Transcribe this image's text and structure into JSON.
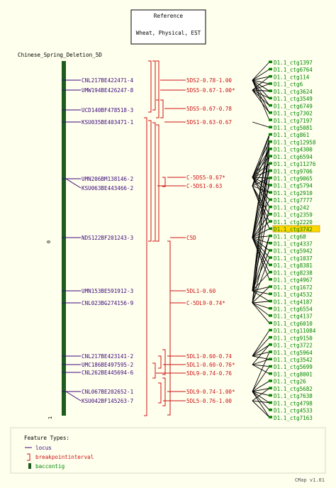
{
  "reference": {
    "line1": "Reference",
    "line2": "Wheat, Physical, EST"
  },
  "map_title": "Chinese_Spring_Deletion_5D",
  "scale": {
    "top": "0",
    "bottom": "1"
  },
  "loci": [
    "CNL217BE422471-4",
    "UMW194BE426247-8",
    "UCD140BF478518-3",
    "KSU035BE403471-1",
    "UMN206BM138146-2",
    "KSU063BE443466-2",
    "NDS122BF201243-3",
    "UMN153BE591912-3",
    "CNL023BG274156-9",
    "CNL217BE423141-2",
    "UMC186BE497595-2",
    "CNL262BE445694-6",
    "CNL067BE202652-1",
    "KSU042BF145263-7"
  ],
  "breakpoints": [
    "5DS2-0.78-1.00",
    "5DS5-0.67-1.00*",
    "5DS5-0.67-0.78",
    "5DS1-0.63-0.67",
    "C-5DS5-0.67*",
    "C-5DS1-0.63",
    "C5D",
    "5DL1-0.60",
    "C-5DL9-0.74*",
    "5DL1-0.60-0.74",
    "5DL1-0.60-0.76*",
    "5DL9-0.74-0.76",
    "5DL9-0.74-1.00*",
    "5DL5-0.76-1.00"
  ],
  "contigs": [
    "D1.1_ctg1397",
    "D1.1_ctg6764",
    "D1.1_ctg114",
    "D1.1_ctg6",
    "D1.1_ctg3624",
    "D1.1_ctg3549",
    "D1.1_ctg6749",
    "D1.1_ctg7302",
    "D1.1_ctg7197",
    "D1.1_ctg5081",
    "D1.1_ctg861",
    "D1.1_ctg12958",
    "D1.1_ctg4300",
    "D1.1_ctg6594",
    "D1.1_ctg11276",
    "D1.1_ctg9706",
    "D1.1_ctg9065",
    "D1.1_ctg5794",
    "D1.1_ctg2910",
    "D1.1_ctg7777",
    "D1.1_ctg242",
    "D1.1_ctg2359",
    "D1.1_ctg2220",
    "D1.1_ctg3742",
    "D1.1_ctg68",
    "D1.1_ctg4337",
    "D1.1_ctg5942",
    "D1.1_ctg1037",
    "D1.1_ctg8381",
    "D1.1_ctg8238",
    "D1.1_ctg4967",
    "D1.1_ctg1672",
    "D1.1_ctg4532",
    "D1.1_ctg4187",
    "D1.1_ctg6554",
    "D1.1_ctg4137",
    "D1.1_ctg6010",
    "D1.1_ctg11084",
    "D1.1_ctg9150",
    "D1.1_ctg3722",
    "D1.1_ctg5964",
    "D1.1_ctg3542",
    "D1.1_ctg5699",
    "D1.1_ctg8001",
    "D1.1_ctg26",
    "D1.1_ctg5682",
    "D1.1_ctg7638",
    "D1.1_ctg4798",
    "D1.1_ctg4533",
    "D1.1_ctg7163"
  ],
  "highlighted_contig": "D1.1_ctg3742",
  "legend": {
    "title": "Feature Types:",
    "locus": "locus",
    "breakpoint": "breakpointinterval",
    "baccontig": "baccontig"
  },
  "version": "CMap v1.01",
  "colors": {
    "background": "#ffffee",
    "locus": "#3a0a7a",
    "breakpoint": "#cc1111",
    "contig": "#008800",
    "map_bar": "#1f5a1f",
    "highlight": "#ffd700",
    "connector": "#000000"
  }
}
